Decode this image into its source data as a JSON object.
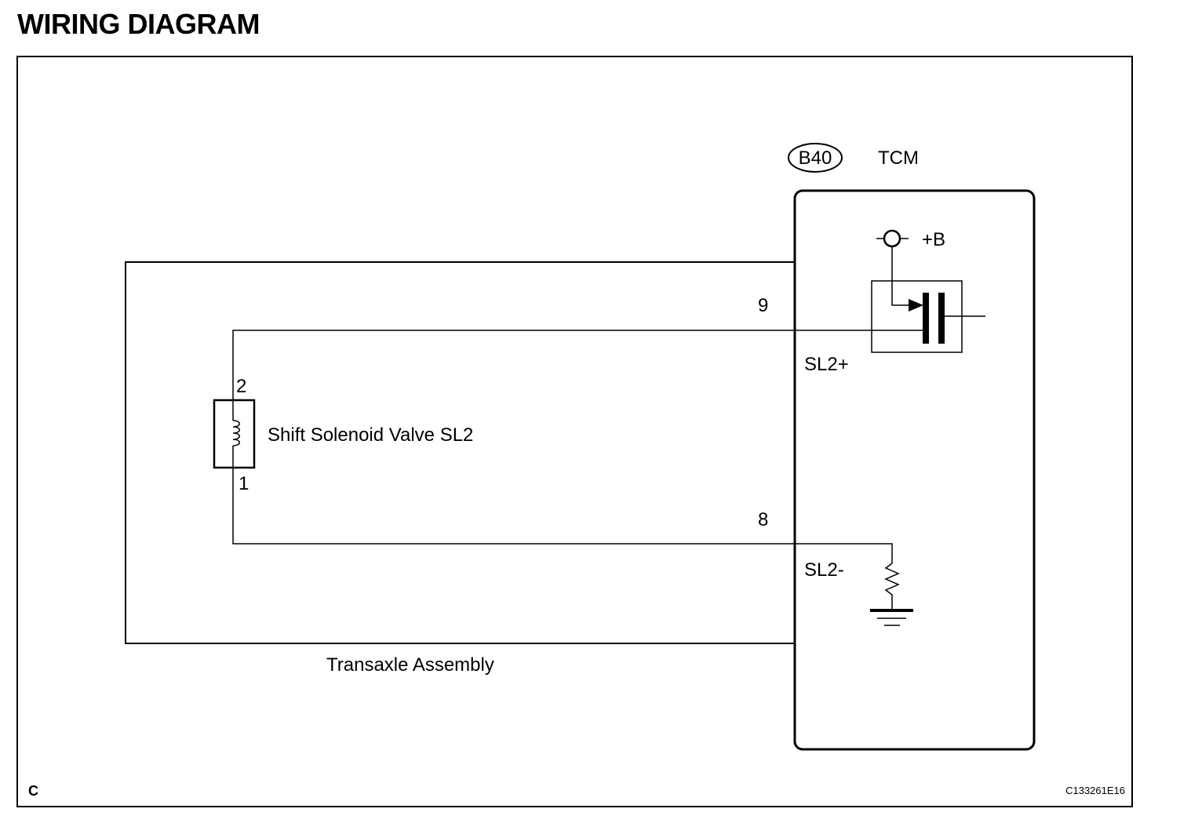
{
  "title": "WIRING DIAGRAM",
  "connector": {
    "id": "B40",
    "name": "TCM"
  },
  "tcm": {
    "power_label": "+B",
    "pin_top_number": "9",
    "pin_top_label": "SL2+",
    "pin_bottom_number": "8",
    "pin_bottom_label": "SL2-"
  },
  "solenoid": {
    "label": "Shift Solenoid Valve SL2",
    "pin_top": "2",
    "pin_bottom": "1"
  },
  "assembly": {
    "label": "Transaxle Assembly"
  },
  "footer": {
    "section_letter": "C",
    "figure_code": "C133261E16"
  }
}
